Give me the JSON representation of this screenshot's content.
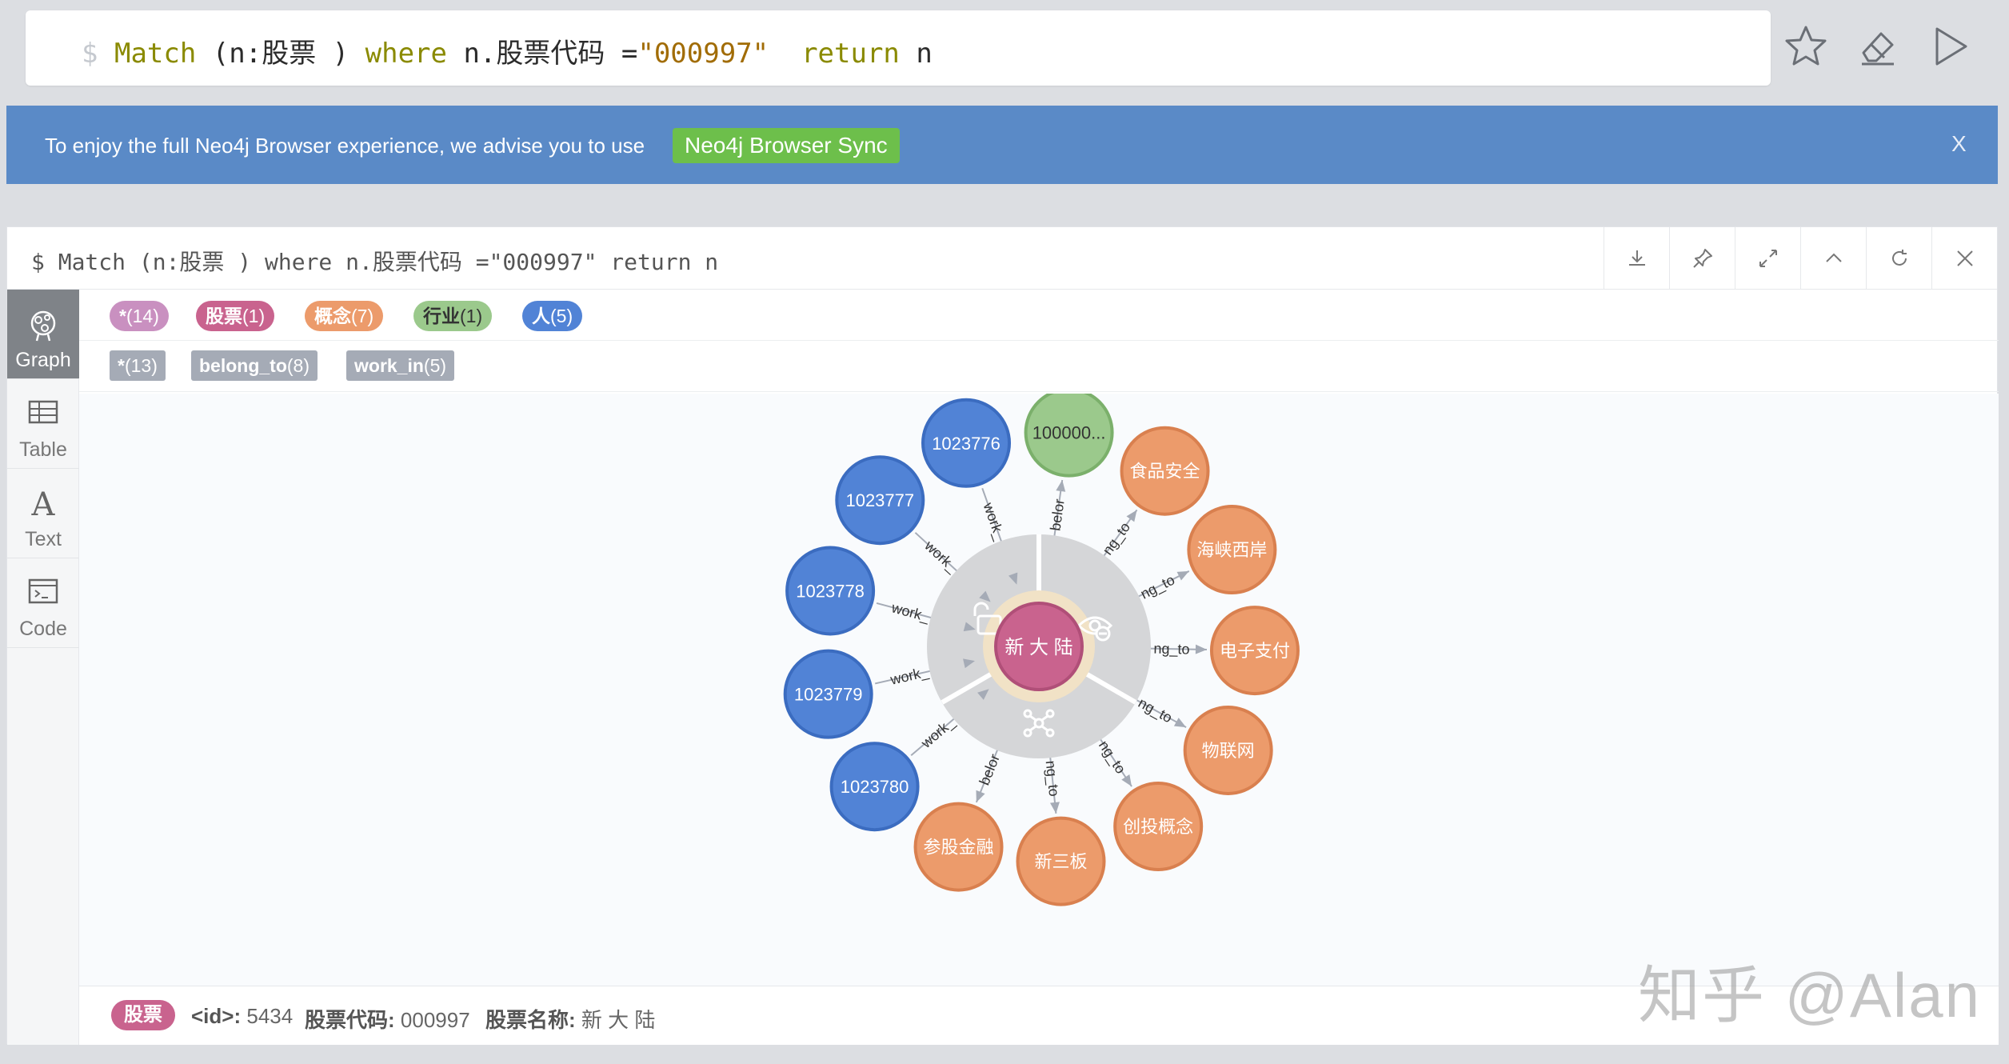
{
  "editor": {
    "prompt": "$",
    "tokens": {
      "kw_match": "Match",
      "label": " (n:股票 ) ",
      "kw_where": "where",
      "prop": " n.股票代码 =",
      "str": "\"000997\"",
      "kw_return": "return",
      "ret": " n"
    },
    "actions": [
      "star-icon",
      "eraser-icon",
      "play-icon"
    ]
  },
  "banner": {
    "text": "To enjoy the full Neo4j Browser experience, we advise you to use",
    "button": "Neo4j Browser Sync",
    "close": "X"
  },
  "frame": {
    "title": "$ Match (n:股票 ) where n.股票代码 =\"000997\" return n",
    "actions": [
      "download-icon",
      "pin-icon",
      "expand-icon",
      "collapse-icon",
      "rerun-icon",
      "close-icon"
    ]
  },
  "sidebar": {
    "items": [
      {
        "label": "Graph",
        "icon": "graph-icon",
        "active": true
      },
      {
        "label": "Table",
        "icon": "table-icon",
        "active": false
      },
      {
        "label": "Text",
        "icon": "text-icon",
        "active": false
      },
      {
        "label": "Code",
        "icon": "code-icon",
        "active": false
      }
    ]
  },
  "legend": {
    "labels": [
      {
        "name": "*",
        "count": "(14)",
        "color": "#c990c0",
        "text_color": "#fff"
      },
      {
        "name": "股票",
        "count": "(1)",
        "color": "#c9638e",
        "text_color": "#fff"
      },
      {
        "name": "概念",
        "count": "(7)",
        "color": "#ec9b6b",
        "text_color": "#fff"
      },
      {
        "name": "行业",
        "count": "(1)",
        "color": "#9bc98c",
        "text_color": "#333"
      },
      {
        "name": "人",
        "count": "(5)",
        "color": "#5183d6",
        "text_color": "#fff"
      }
    ],
    "relationships": [
      {
        "name": "*",
        "count": "(13)"
      },
      {
        "name": "belong_to",
        "count": "(8)"
      },
      {
        "name": "work_in",
        "count": "(5)"
      }
    ]
  },
  "graph": {
    "center": {
      "caption": "新 大 陆",
      "color": "#c9638e"
    },
    "nodes": [
      {
        "caption": "100000...",
        "type": "行业",
        "color": "#9bc98c",
        "stroke": "#7bb06b",
        "text_color": "#333",
        "rel": "belor"
      },
      {
        "caption": "食品安全",
        "type": "概念",
        "color": "#ec9b6b",
        "stroke": "#d9804f",
        "text_color": "#fff",
        "rel": "ng_to"
      },
      {
        "caption": "海峡西岸",
        "type": "概念",
        "color": "#ec9b6b",
        "stroke": "#d9804f",
        "text_color": "#fff",
        "rel": "ng_to"
      },
      {
        "caption": "电子支付",
        "type": "概念",
        "color": "#ec9b6b",
        "stroke": "#d9804f",
        "text_color": "#fff",
        "rel": "ng_to"
      },
      {
        "caption": "物联网",
        "type": "概念",
        "color": "#ec9b6b",
        "stroke": "#d9804f",
        "text_color": "#fff",
        "rel": "ng_to"
      },
      {
        "caption": "创投概念",
        "type": "概念",
        "color": "#ec9b6b",
        "stroke": "#d9804f",
        "text_color": "#fff",
        "rel": "ng_to"
      },
      {
        "caption": "新三板",
        "type": "概念",
        "color": "#ec9b6b",
        "stroke": "#d9804f",
        "text_color": "#fff",
        "rel": "ng_to"
      },
      {
        "caption": "参股金融",
        "type": "概念",
        "color": "#ec9b6b",
        "stroke": "#d9804f",
        "text_color": "#fff",
        "rel": "belor"
      },
      {
        "caption": "1023780",
        "type": "人",
        "color": "#5183d6",
        "stroke": "#3b6cc0",
        "text_color": "#fff",
        "rel": "work_"
      },
      {
        "caption": "1023779",
        "type": "人",
        "color": "#5183d6",
        "stroke": "#3b6cc0",
        "text_color": "#fff",
        "rel": "work_"
      },
      {
        "caption": "1023778",
        "type": "人",
        "color": "#5183d6",
        "stroke": "#3b6cc0",
        "text_color": "#fff",
        "rel": "work_"
      },
      {
        "caption": "1023777",
        "type": "人",
        "color": "#5183d6",
        "stroke": "#3b6cc0",
        "text_color": "#fff",
        "rel": "work_"
      },
      {
        "caption": "1023776",
        "type": "人",
        "color": "#5183d6",
        "stroke": "#3b6cc0",
        "text_color": "#fff",
        "rel": "work_"
      }
    ],
    "ring_icons": [
      "unlock-icon",
      "hide-icon",
      "expand-network-icon"
    ]
  },
  "status": {
    "label": "股票",
    "id_key": "<id>:",
    "id_val": "5434",
    "code_key": "股票代码:",
    "code_val": "000997",
    "name_key": "股票名称:",
    "name_val": "新 大 陆"
  },
  "watermark": "知乎 @Alan"
}
